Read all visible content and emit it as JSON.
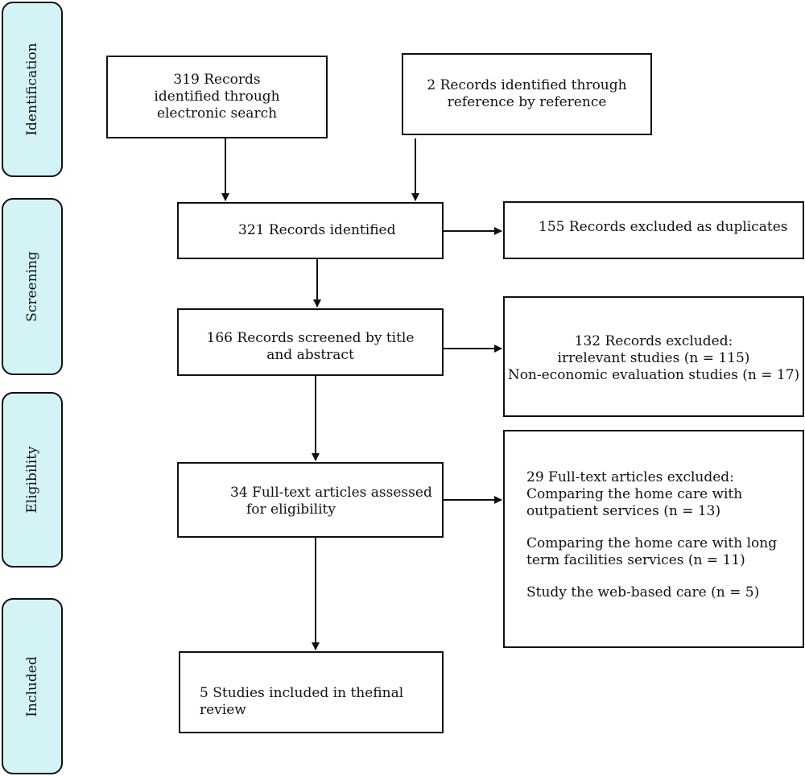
{
  "phases": {
    "identification": "Identification",
    "screening": "Screening",
    "eligibility": "Eligibility",
    "included": "Included"
  },
  "boxes": {
    "electronic_search": {
      "line1": "319 Records",
      "line2": "identified through",
      "line3": "electronic search"
    },
    "reference_search": {
      "line1": "2 Records identified through",
      "line2": "reference by reference"
    },
    "identified": {
      "line1": "321 Records identified"
    },
    "duplicates": {
      "line1": "155 Records excluded as duplicates"
    },
    "screened": {
      "line1": "166 Records screened by title",
      "line2": "and abstract"
    },
    "excluded": {
      "line1": "132 Records excluded:",
      "line2": "irrelevant studies (n = 115)",
      "line3": "Non-economic evaluation studies (n = 17)"
    },
    "full_text": {
      "line1": "34 Full-text articles assessed",
      "line2": "for eligibility"
    },
    "full_text_excluded": {
      "line1": "29 Full-text articles excluded:",
      "line2": "Comparing the home care with",
      "line3": "outpatient services (n = 13)",
      "line4": "Comparing the home care with long",
      "line5": "term facilities services (n = 11)",
      "line6": "Study the web-based care (n = 5)"
    },
    "included": {
      "line1": "5 Studies included in thefinal review"
    }
  },
  "colors": {
    "phase_fill": "#d3f3f7",
    "stroke": "#111111"
  }
}
